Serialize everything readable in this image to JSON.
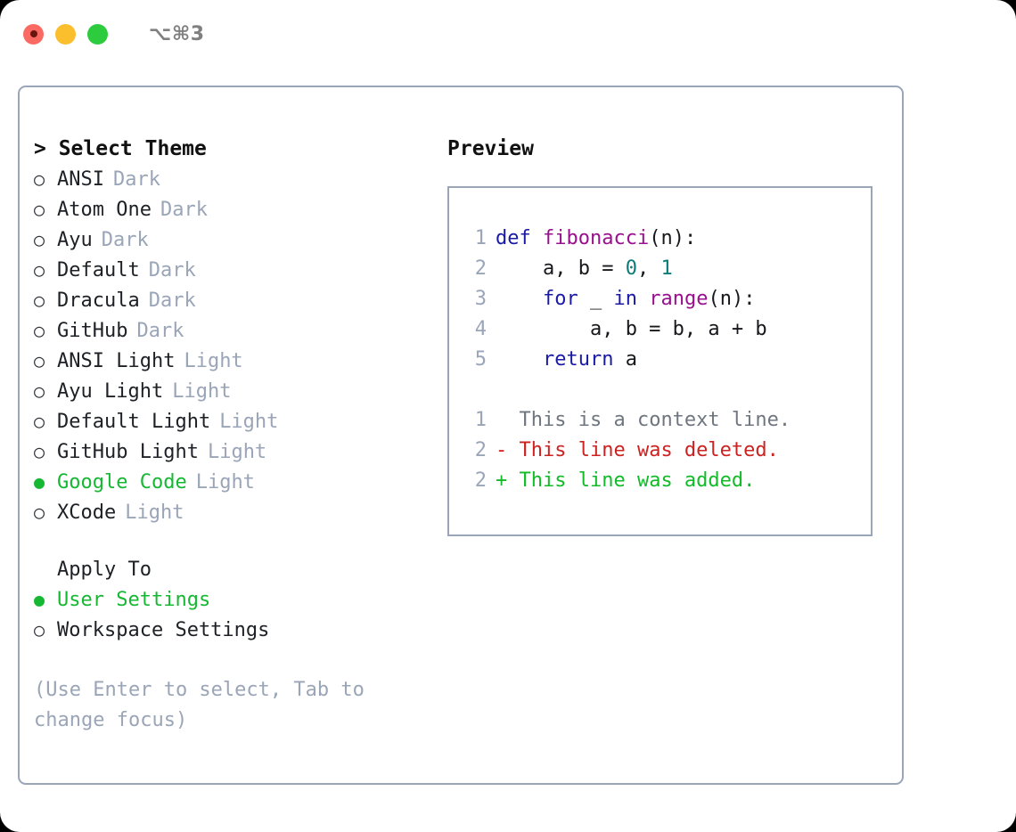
{
  "titlebar": {
    "buttons": [
      {
        "name": "close",
        "color": "#fb6a62"
      },
      {
        "name": "minimize",
        "color": "#fbbf2d"
      },
      {
        "name": "zoom",
        "color": "#2dcc3e"
      }
    ],
    "shortcut": "⌥⌘3"
  },
  "left": {
    "heading": "> Select Theme",
    "themes": [
      {
        "bullet": "○",
        "name": "ANSI",
        "variant": "Dark",
        "selected": false
      },
      {
        "bullet": "○",
        "name": "Atom One",
        "variant": "Dark",
        "selected": false
      },
      {
        "bullet": "○",
        "name": "Ayu",
        "variant": "Dark",
        "selected": false
      },
      {
        "bullet": "○",
        "name": "Default",
        "variant": "Dark",
        "selected": false
      },
      {
        "bullet": "○",
        "name": "Dracula",
        "variant": "Dark",
        "selected": false
      },
      {
        "bullet": "○",
        "name": "GitHub",
        "variant": "Dark",
        "selected": false
      },
      {
        "bullet": "○",
        "name": "ANSI Light",
        "variant": "Light",
        "selected": false
      },
      {
        "bullet": "○",
        "name": "Ayu Light",
        "variant": "Light",
        "selected": false
      },
      {
        "bullet": "○",
        "name": "Default Light",
        "variant": "Light",
        "selected": false
      },
      {
        "bullet": "○",
        "name": "GitHub Light",
        "variant": "Light",
        "selected": false
      },
      {
        "bullet": "●",
        "name": "Google Code",
        "variant": "Light",
        "selected": true
      },
      {
        "bullet": "○",
        "name": "XCode",
        "variant": "Light",
        "selected": false
      }
    ],
    "apply_heading": "Apply To",
    "apply_options": [
      {
        "bullet": "●",
        "label": "User Settings",
        "selected": true
      },
      {
        "bullet": "○",
        "label": "Workspace Settings",
        "selected": false
      }
    ],
    "hint": "(Use Enter to select, Tab to change focus)"
  },
  "preview": {
    "title": "Preview",
    "code_lines": [
      {
        "no": "1",
        "tokens": [
          {
            "t": "def",
            "c": "kw"
          },
          {
            "t": " ",
            "c": "pl"
          },
          {
            "t": "fibonacci",
            "c": "fn"
          },
          {
            "t": "(n):",
            "c": "punc"
          }
        ]
      },
      {
        "no": "2",
        "tokens": [
          {
            "t": "    a, b = ",
            "c": "pl"
          },
          {
            "t": "0",
            "c": "num"
          },
          {
            "t": ", ",
            "c": "pl"
          },
          {
            "t": "1",
            "c": "num"
          }
        ]
      },
      {
        "no": "3",
        "tokens": [
          {
            "t": "    ",
            "c": "pl"
          },
          {
            "t": "for",
            "c": "kw"
          },
          {
            "t": " _ ",
            "c": "pl"
          },
          {
            "t": "in",
            "c": "kw"
          },
          {
            "t": " ",
            "c": "pl"
          },
          {
            "t": "range",
            "c": "fn"
          },
          {
            "t": "(n):",
            "c": "punc"
          }
        ]
      },
      {
        "no": "4",
        "tokens": [
          {
            "t": "        a, b = b, a + b",
            "c": "pl"
          }
        ]
      },
      {
        "no": "5",
        "tokens": [
          {
            "t": "    ",
            "c": "pl"
          },
          {
            "t": "return",
            "c": "kw"
          },
          {
            "t": " a",
            "c": "pl"
          }
        ]
      }
    ],
    "diff_lines": [
      {
        "no": "1",
        "marker": "  ",
        "text": "This is a context line.",
        "kind": "ctx"
      },
      {
        "no": "2",
        "marker": "- ",
        "text": "This line was deleted.",
        "kind": "del"
      },
      {
        "no": "2",
        "marker": "+ ",
        "text": "This line was added.",
        "kind": "add"
      }
    ]
  },
  "colors": {
    "accent_green": "#16b833",
    "muted": "#9aa5b8",
    "border": "#9aa5b8",
    "keyword": "#1a1aa6",
    "function": "#9a0f8f",
    "number": "#0b7a78",
    "diff_add": "#12bb28",
    "diff_del": "#cc2222",
    "background": "#ffffff"
  }
}
